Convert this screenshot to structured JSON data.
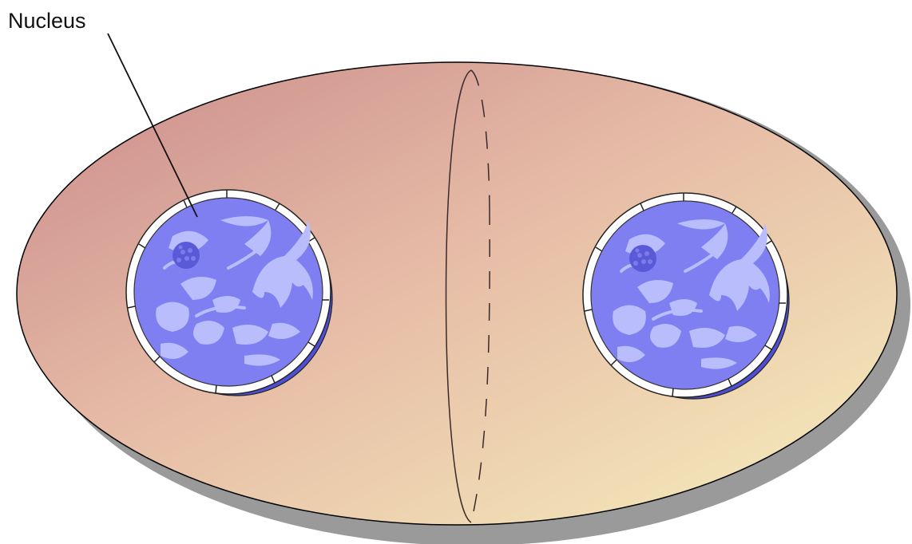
{
  "labels": {
    "nucleus": "Nucleus"
  },
  "colors": {
    "cell_left": "#c98a8a",
    "cell_mid": "#e6bba6",
    "cell_right": "#f6efbc",
    "cell_shadow": "#9a9a9a",
    "nucleus_fill": "#7f7ff2",
    "nucleus_shadow": "#4f4fd6",
    "chromatin": "#b9bdfb",
    "envelope": "#ffffff",
    "outline": "#000000"
  },
  "icons": [
    "cell-body",
    "cleavage-furrow",
    "nucleus-left",
    "nucleus-right",
    "nucleolus"
  ]
}
